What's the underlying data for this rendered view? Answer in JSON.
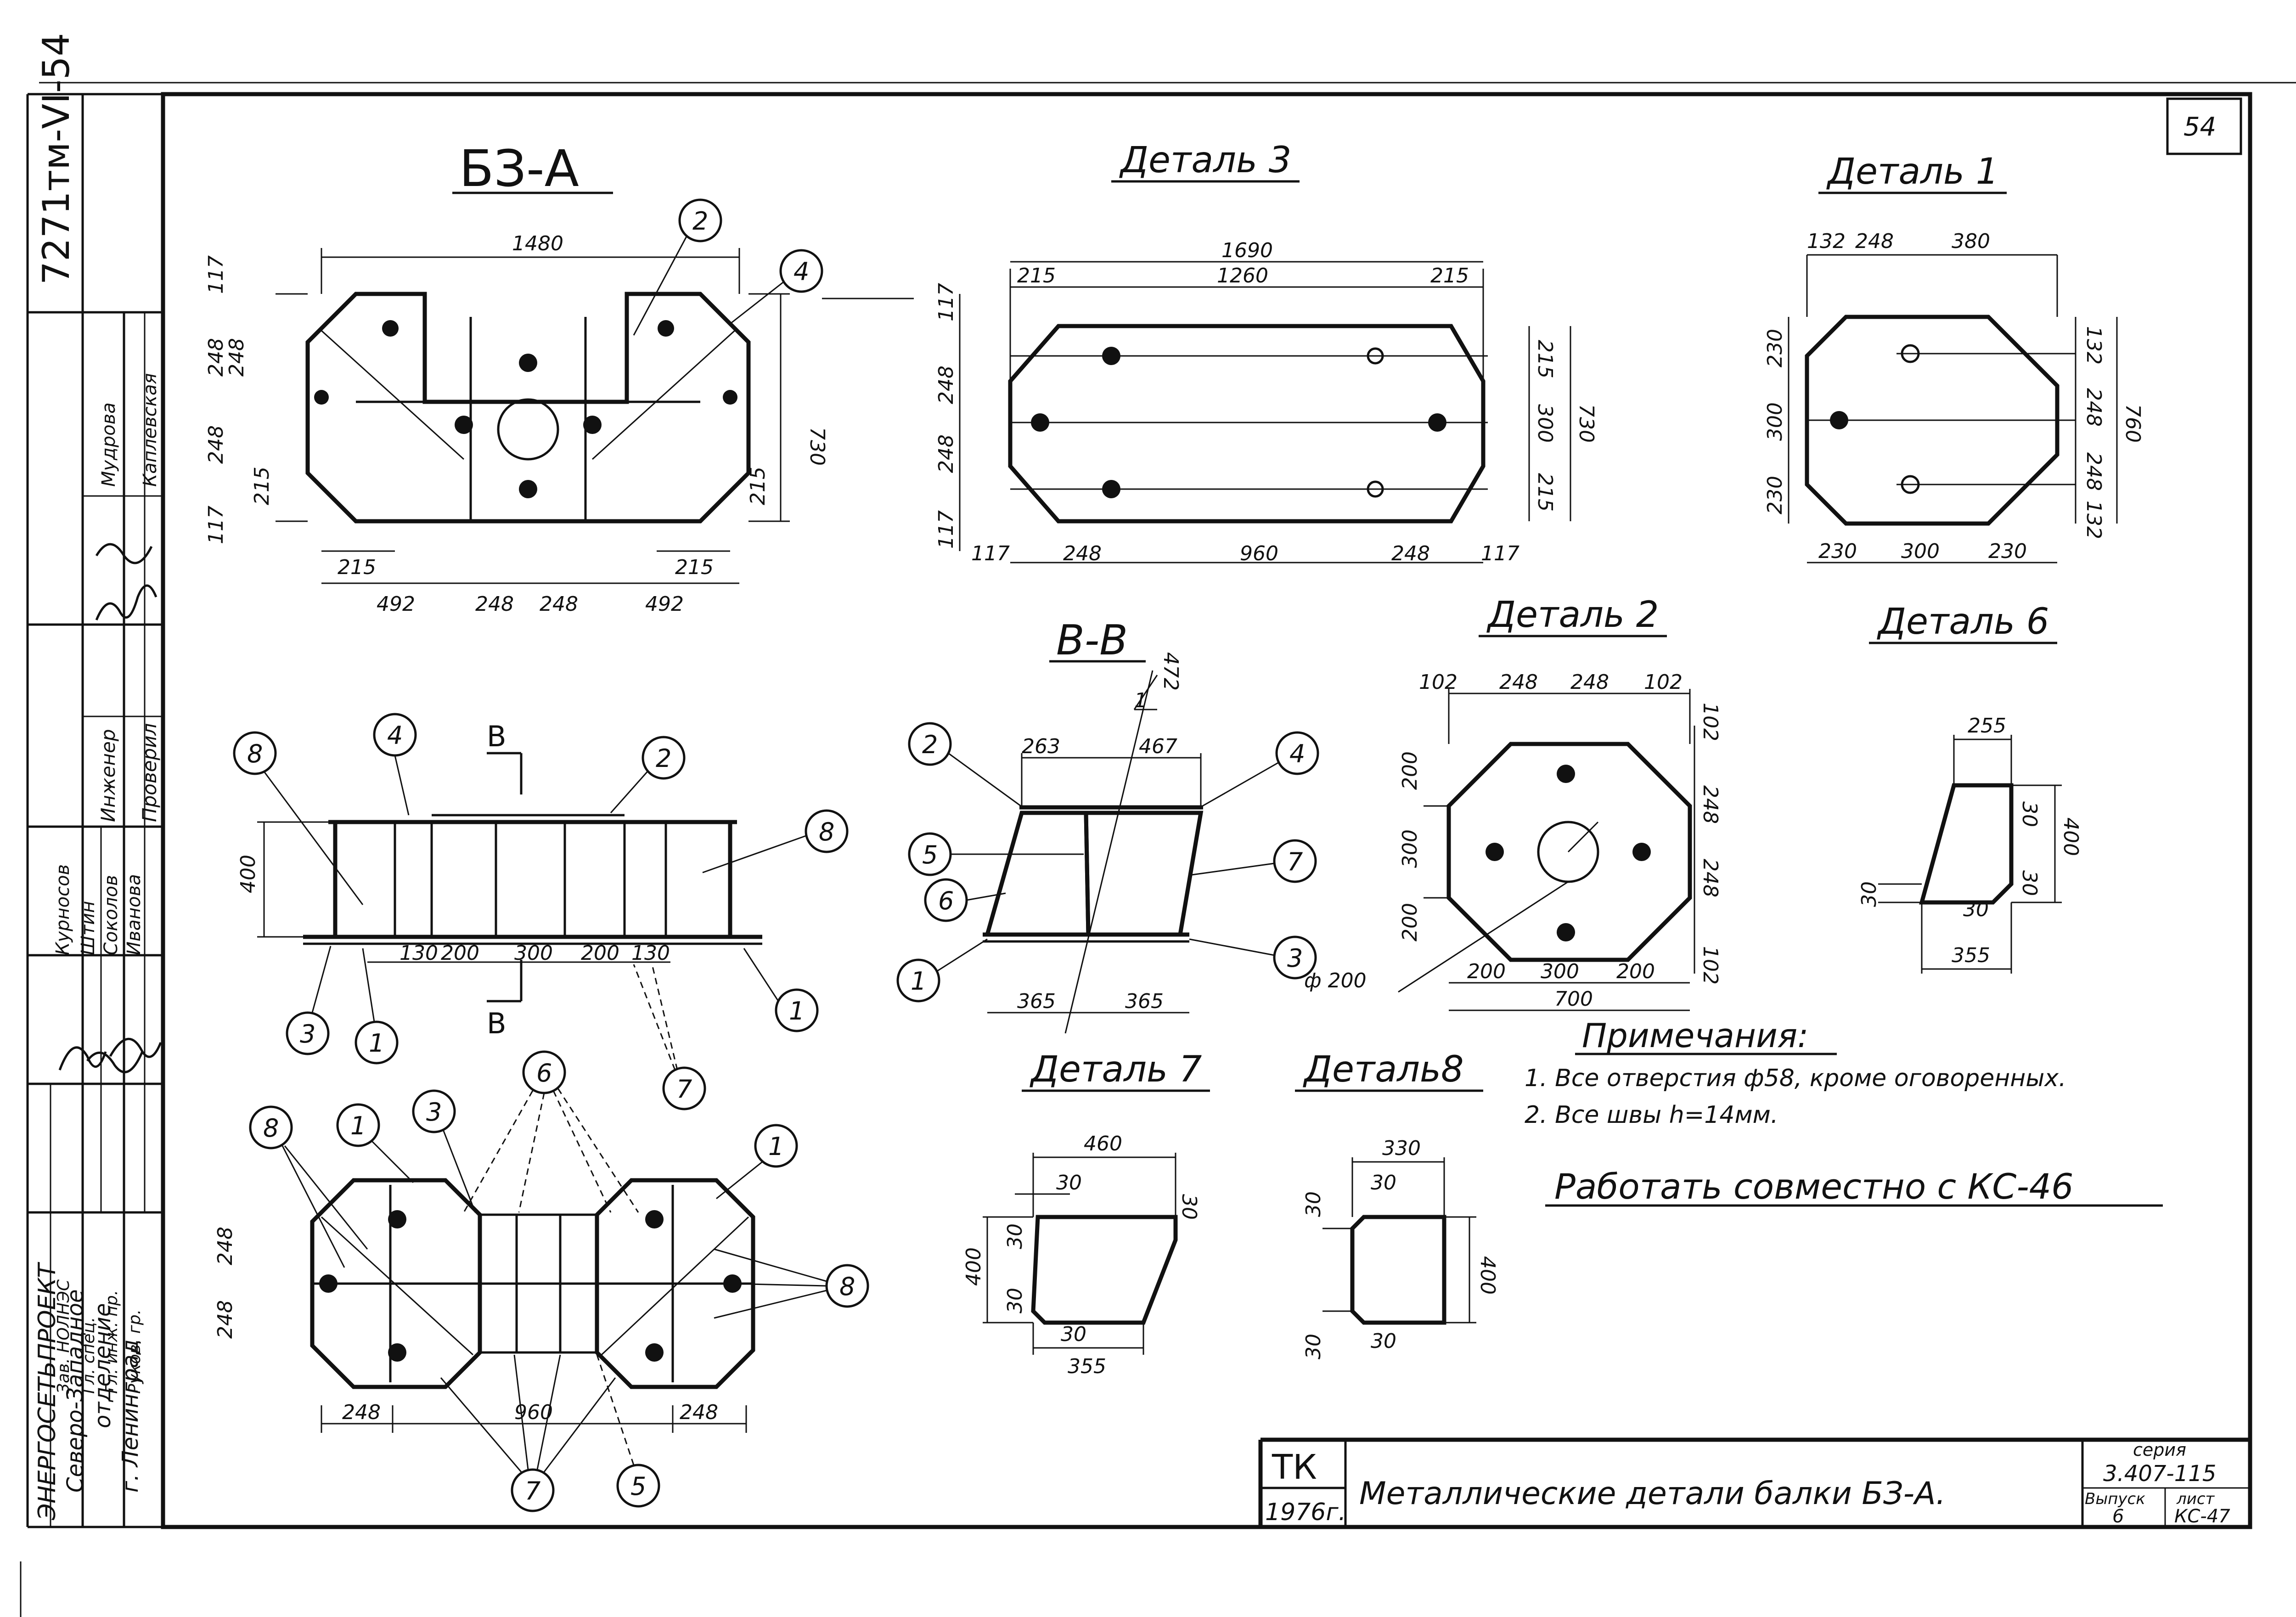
{
  "sheet": {
    "sheet_number": "54",
    "archive_code": "7271тм-VI-54"
  },
  "views": {
    "main_title": "БЗ-А",
    "detail3_title": "Деталь 3",
    "detail1_title": "Деталь 1",
    "section_title": "В-В",
    "section_marker": "В",
    "detail2_title": "Деталь 2",
    "detail6_title": "Деталь 6",
    "detail7_title": "Деталь 7",
    "detail8_title": "Деталь8"
  },
  "plan_top": {
    "dims": [
      "1480",
      "117",
      "248",
      "248",
      "248",
      "117",
      "215",
      "730",
      "215",
      "215",
      "215",
      "492",
      "248",
      "248",
      "492"
    ],
    "balloons": [
      "2",
      "4"
    ]
  },
  "front": {
    "dims": [
      "400",
      "130",
      "200",
      "300",
      "200",
      "130"
    ],
    "balloons": [
      "8",
      "4",
      "2",
      "8",
      "1",
      "3",
      "1",
      "7"
    ]
  },
  "plan_bottom": {
    "dims": [
      "248",
      "248",
      "248",
      "960",
      "248"
    ],
    "balloons": [
      "8",
      "1",
      "3",
      "6",
      "1",
      "8",
      "7",
      "5"
    ]
  },
  "detail3": {
    "dims": [
      "1690",
      "215",
      "1260",
      "215",
      "117",
      "248",
      "248",
      "117",
      "215",
      "300",
      "215",
      "730",
      "117",
      "248",
      "960",
      "248",
      "117"
    ]
  },
  "detail1": {
    "dims": [
      "132",
      "248",
      "380",
      "230",
      "300",
      "230",
      "132",
      "248",
      "248",
      "132",
      "760",
      "230",
      "300",
      "230"
    ]
  },
  "section": {
    "dims": [
      "263",
      "467",
      "365",
      "365"
    ],
    "slope": "472",
    "slope_unit": "1",
    "balloons": [
      "2",
      "4",
      "5",
      "6",
      "7",
      "1",
      "3"
    ]
  },
  "detail2": {
    "dims": [
      "102",
      "248",
      "248",
      "102",
      "102",
      "248",
      "248",
      "102",
      "200",
      "300",
      "200",
      "200",
      "300",
      "200",
      "700"
    ],
    "hole": "ф 200"
  },
  "detail6": {
    "dims": [
      "255",
      "30",
      "30",
      "400",
      "30",
      "30",
      "355"
    ]
  },
  "detail7": {
    "dims": [
      "460",
      "30",
      "30",
      "30",
      "30",
      "400",
      "30",
      "355"
    ]
  },
  "detail8": {
    "dims": [
      "330",
      "30",
      "30",
      "400",
      "30",
      "30"
    ]
  },
  "notes": {
    "heading": "Примечания:",
    "items": [
      "1. Все отверстия ф58, кроме оговоренных.",
      "2. Все швы h=14мм."
    ],
    "joint_note": "Работать совместно с КС-46"
  },
  "stamp": {
    "org": [
      "ЭНЕРГОСЕТЬПРОЕКТ",
      "Северо-Западное",
      "отделение",
      "г. Ленинград"
    ],
    "roles": [
      "Зав. НОЛНЭС",
      "Гл. спец.",
      "Гл. инж. пр.",
      "Руков. гр.",
      "Инженер",
      "Проверил"
    ],
    "names": [
      "Курносов",
      "Штин",
      "Соколов",
      "Иванова",
      "Мудрова",
      "Каплевская"
    ],
    "tk": "ТК",
    "year": "1976г.",
    "title": "Металлические детали балки БЗ-А.",
    "series_label": "серия",
    "series": "3.407-115",
    "issue_label": "Выпуск",
    "issue": "6",
    "sheet_label": "лист",
    "sheet": "КС-47"
  }
}
